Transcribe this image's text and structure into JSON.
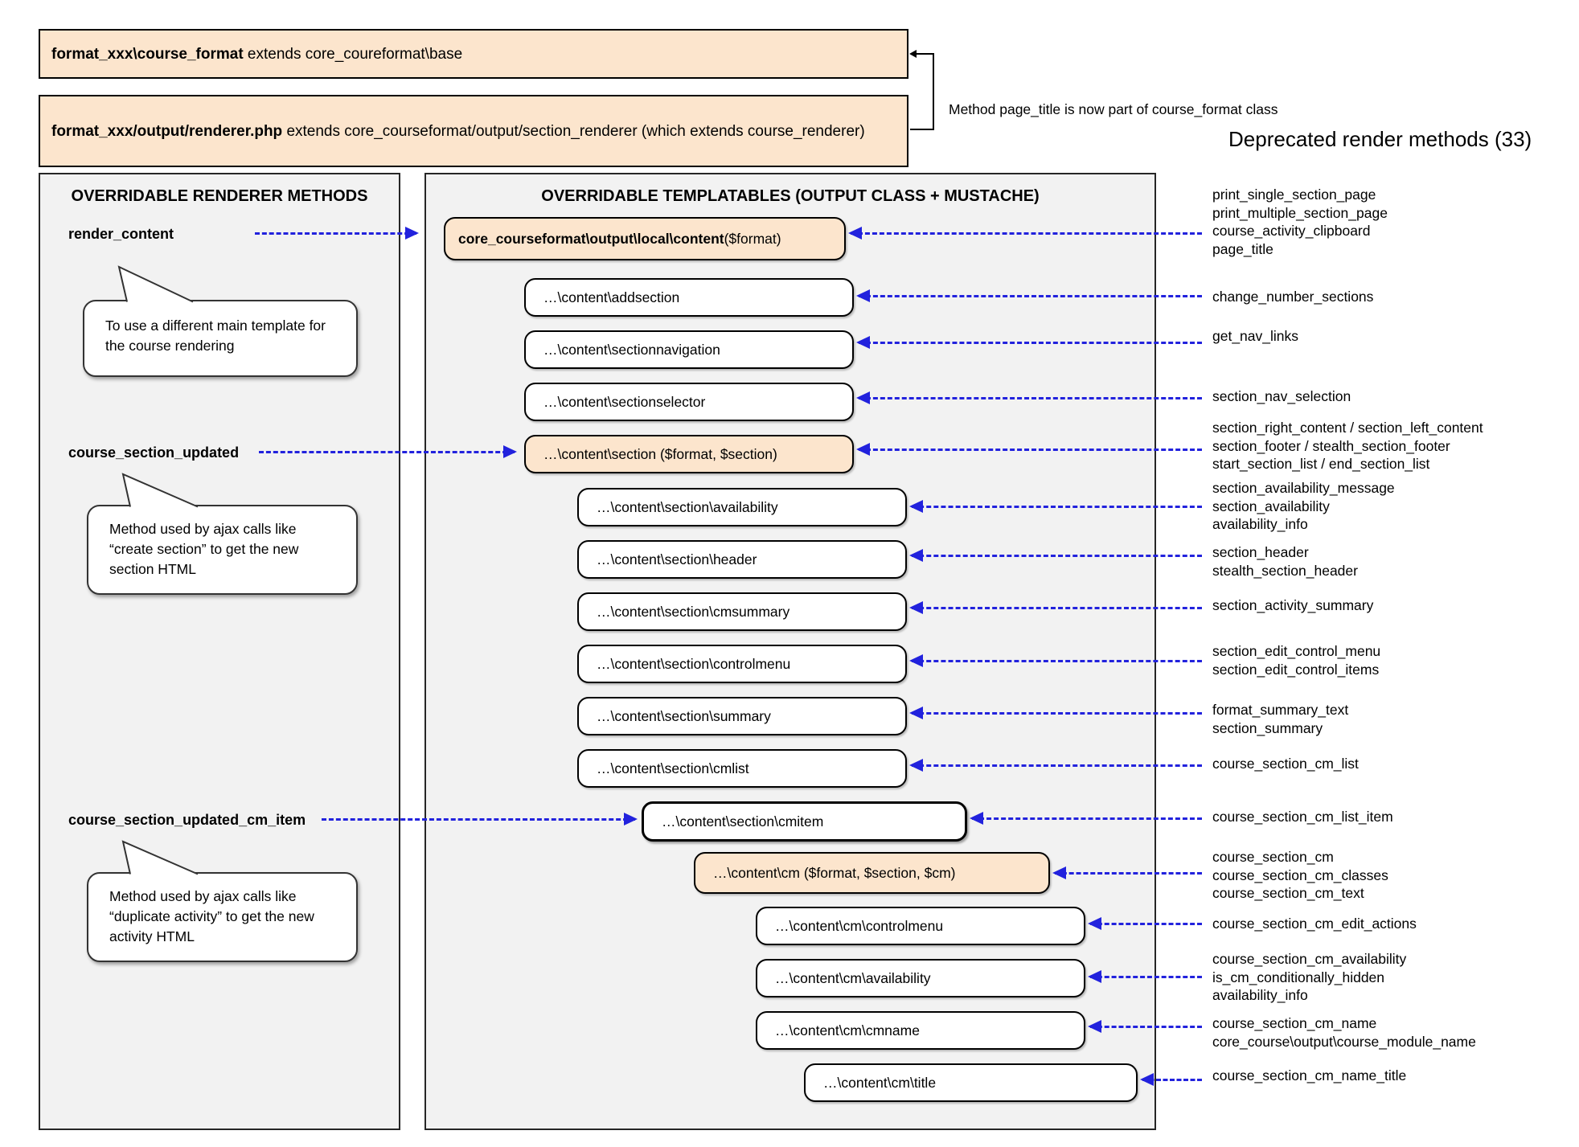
{
  "top": {
    "box1": {
      "bold": "format_xxx\\course_format",
      "rest": " extends core_coureformat\\base"
    },
    "box2": {
      "bold": "format_xxx/output/renderer.php",
      "rest": " extends core_courseformat/output/section_renderer (which extends course_renderer)"
    },
    "note": "Method page_title is now part of course_format class",
    "deprecated_title": "Deprecated render methods (33)"
  },
  "left_panel": {
    "title": "OVERRIDABLE RENDERER METHODS",
    "methods": [
      {
        "label": "render_content",
        "note_lines": [
          "To use a different main template for",
          "the course rendering"
        ]
      },
      {
        "label": "course_section_updated",
        "note_lines": [
          "Method used by ajax calls like",
          "“create section” to get the new",
          "section HTML"
        ]
      },
      {
        "label": "course_section_updated_cm_item",
        "note_lines": [
          "Method used by ajax calls like",
          "“duplicate activity” to get the new",
          "activity HTML"
        ]
      }
    ]
  },
  "middle_panel": {
    "title": "OVERRIDABLE TEMPLATABLES (OUTPUT CLASS + MUSTACHE)",
    "boxes": [
      {
        "bold": "core_courseformat\\output\\local\\content",
        "rest": " ($format)"
      },
      {
        "label": "…\\content\\addsection"
      },
      {
        "label": "…\\content\\sectionnavigation"
      },
      {
        "label": "…\\content\\sectionselector"
      },
      {
        "label": "…\\content\\section ($format, $section)"
      },
      {
        "label": "…\\content\\section\\availability"
      },
      {
        "label": "…\\content\\section\\header"
      },
      {
        "label": "…\\content\\section\\cmsummary"
      },
      {
        "label": "…\\content\\section\\controlmenu"
      },
      {
        "label": "…\\content\\section\\summary"
      },
      {
        "label": "…\\content\\section\\cmlist"
      },
      {
        "label": "…\\content\\section\\cmitem"
      },
      {
        "label": "…\\content\\cm ($format, $section, $cm)"
      },
      {
        "label": "…\\content\\cm\\controlmenu"
      },
      {
        "label": "…\\content\\cm\\availability"
      },
      {
        "label": "…\\content\\cm\\cmname"
      },
      {
        "label": "…\\content\\cm\\title"
      }
    ]
  },
  "deprecated": {
    "groups": [
      [
        "print_single_section_page",
        "print_multiple_section_page",
        "course_activity_clipboard",
        "page_title"
      ],
      [
        "change_number_sections"
      ],
      [
        "get_nav_links"
      ],
      [
        "section_nav_selection"
      ],
      [
        "section_right_content / section_left_content",
        "section_footer / stealth_section_footer",
        "start_section_list / end_section_list"
      ],
      [
        "section_availability_message",
        "section_availability",
        "availability_info"
      ],
      [
        "section_header",
        "stealth_section_header"
      ],
      [
        "section_activity_summary"
      ],
      [
        "section_edit_control_menu",
        "section_edit_control_items"
      ],
      [
        "format_summary_text",
        "section_summary"
      ],
      [
        "course_section_cm_list"
      ],
      [
        "course_section_cm_list_item"
      ],
      [
        "course_section_cm",
        "course_section_cm_classes",
        "course_section_cm_text"
      ],
      [
        "course_section_cm_edit_actions"
      ],
      [
        "course_section_cm_availability",
        "is_cm_conditionally_hidden",
        "availability_info"
      ],
      [
        "course_section_cm_name",
        "core_course\\output\\course_module_name"
      ],
      [
        "course_section_cm_name_title"
      ]
    ]
  },
  "colors": {
    "accent_blue": "#2222dd",
    "box_orange": "#fce5cd",
    "panel_gray": "#f2f2f2"
  }
}
